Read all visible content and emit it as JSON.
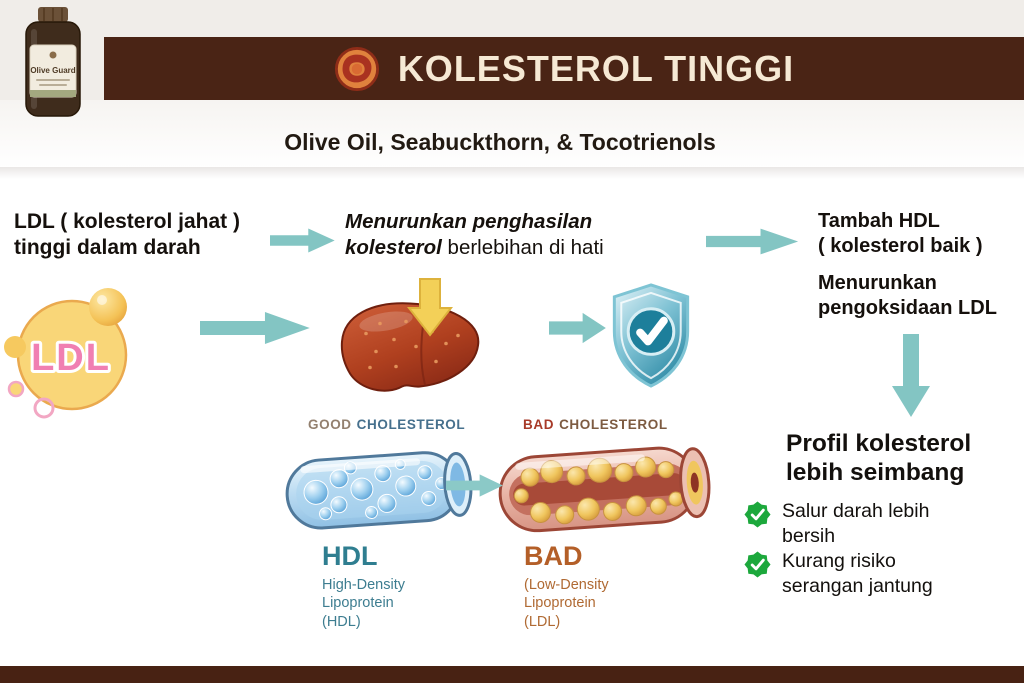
{
  "colors": {
    "brand_brown": "#4a2415",
    "arrow_teal": "#83c5c3",
    "check_green": "#1ca83c",
    "hdl_teal": "#2f7e90",
    "ldl_orange": "#b45f28",
    "title_cream": "#f6e9d4"
  },
  "header": {
    "title": "KOLESTEROL TINGGI"
  },
  "product": {
    "label": "Olive Guard"
  },
  "subtitle": "Olive Oil, Seabuckthorn, & Tocotrienols",
  "flow": {
    "ldl_high": {
      "line1": "LDL ( kolesterol jahat )",
      "line2": "tinggi dalam darah"
    },
    "reduce_production": {
      "emphasis": "Menurunkan penghasilan kolesterol",
      "rest": " berlebihan di hati"
    },
    "add_hdl": {
      "line1": "Tambah HDL",
      "line2": "( kolesterol baik )"
    },
    "reduce_oxidation": {
      "line1": "Menurunkan",
      "line2": "pengoksidaan LDL"
    },
    "ldl_badge": "LDL"
  },
  "vessels": {
    "good": {
      "label_word1": "GOOD",
      "label_word2": "CHOLESTEROL",
      "title": "HDL",
      "desc1": "High-Density",
      "desc2": "Lipoprotein",
      "desc3": "(HDL)"
    },
    "bad": {
      "label_word1": "BAD",
      "label_word2": "CHOLESTEROL",
      "title": "BAD",
      "desc1": "(Low-Density",
      "desc2": "Lipoprotein",
      "desc3": "(LDL)"
    }
  },
  "outcome": {
    "title_line1": "Profil kolesterol",
    "title_line2": "lebih seimbang",
    "bullets": [
      {
        "line1": "Salur darah lebih",
        "line2": "bersih"
      },
      {
        "line1": "Kurang risiko",
        "line2": "serangan jantung"
      }
    ]
  }
}
